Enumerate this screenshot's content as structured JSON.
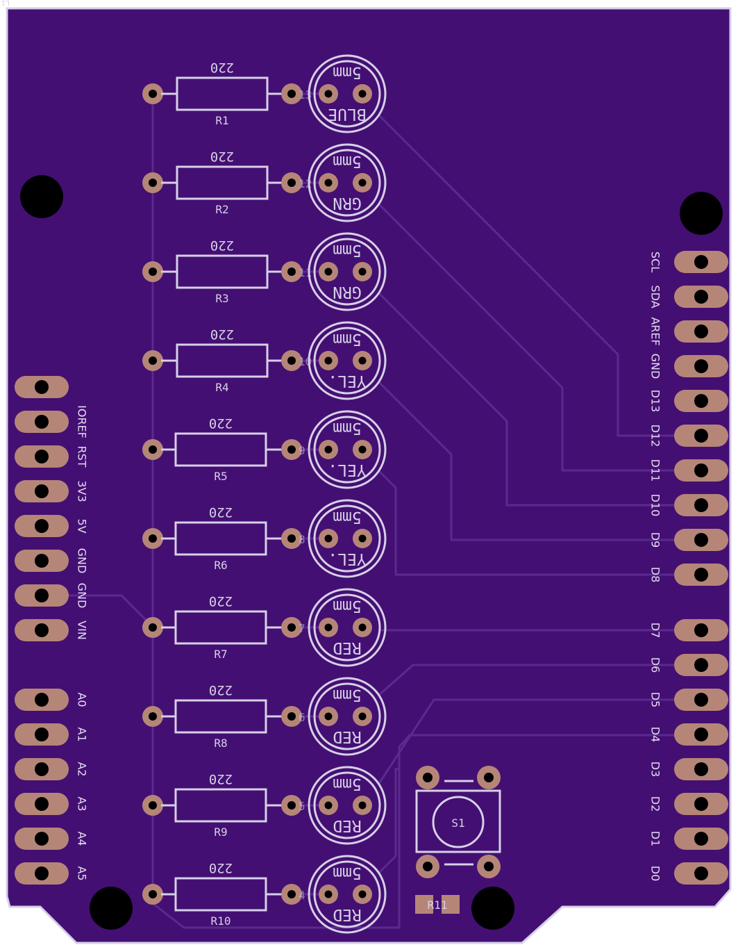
{
  "resistors": [
    {
      "ref": "R1",
      "value": "220",
      "net": "13"
    },
    {
      "ref": "R2",
      "value": "220",
      "net": "12"
    },
    {
      "ref": "R3",
      "value": "220",
      "net": "11"
    },
    {
      "ref": "R4",
      "value": "220",
      "net": "10"
    },
    {
      "ref": "R5",
      "value": "220",
      "net": "9"
    },
    {
      "ref": "R6",
      "value": "220",
      "net": "8"
    },
    {
      "ref": "R7",
      "value": "220",
      "net": "7"
    },
    {
      "ref": "R8",
      "value": "220",
      "net": "6"
    },
    {
      "ref": "R9",
      "value": "220",
      "net": "5"
    },
    {
      "ref": "R10",
      "value": "220",
      "net": "4"
    }
  ],
  "leds": [
    {
      "color": "BLUE",
      "size": "5mm"
    },
    {
      "color": "GRN",
      "size": "5mm"
    },
    {
      "color": "GRN",
      "size": "5mm"
    },
    {
      "color": "YEL.",
      "size": "5mm"
    },
    {
      "color": "YEL.",
      "size": "5mm"
    },
    {
      "color": "YEL.",
      "size": "5mm"
    },
    {
      "color": "RED",
      "size": "5mm"
    },
    {
      "color": "RED",
      "size": "5mm"
    },
    {
      "color": "RED",
      "size": "5mm"
    },
    {
      "color": "RED",
      "size": "5mm"
    }
  ],
  "power_header": [
    "",
    "IOREF",
    "RST",
    "3V3",
    "5V",
    "GND",
    "GND",
    "VIN"
  ],
  "analog_header": [
    "A0",
    "A1",
    "A2",
    "A3",
    "A4",
    "A5"
  ],
  "digital_header_upper": [
    "SCL",
    "SDA",
    "AREF",
    "GND",
    "D13",
    "D12",
    "D11",
    "D10",
    "D9",
    "D8"
  ],
  "digital_header_lower": [
    "D7",
    "D6",
    "D5",
    "D4",
    "D3",
    "D2",
    "D1",
    "D0"
  ],
  "button": {
    "ref": "S1"
  },
  "smd_resistor": {
    "ref": "R11"
  },
  "corner_mark": "L1",
  "colors": {
    "board": "#440f72",
    "outline": "#d6d0e8",
    "trace": "#5a2a90",
    "pad": "#b58677",
    "drill": "#000000"
  }
}
